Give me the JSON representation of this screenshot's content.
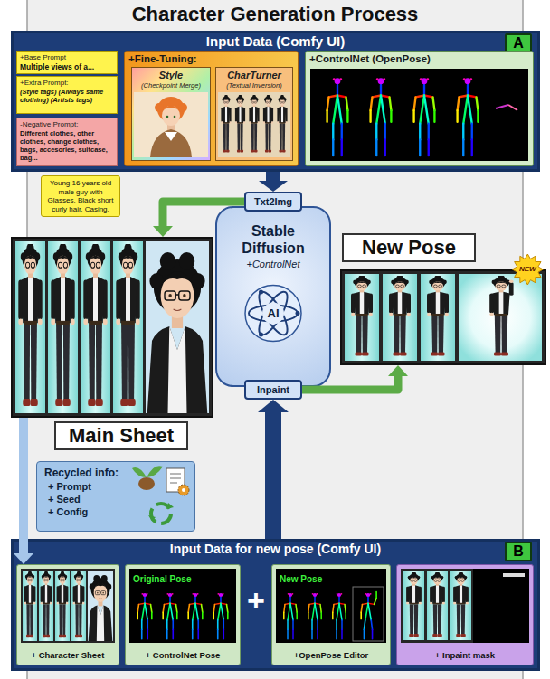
{
  "diagram": {
    "title": "Character Generation Process",
    "nodes": [
      {
        "text": [
          "Input Data (Comfy UI)"
        ]
      },
      {
        "text": [
          "A"
        ],
        "in": 0
      },
      {
        "text": [
          "+Base Prompt",
          "Multiple views of a..."
        ],
        "in": 0
      },
      {
        "text": [
          "+Extra Prompt:",
          "(Style tags) (Always same clothing) (Artists tags)"
        ],
        "in": 0
      },
      {
        "text": [
          "-Negative Prompt:",
          "Different clothes, other clothes, change clothes, bags, accesories, suitcase, bag..."
        ],
        "in": 0
      },
      {
        "text": [
          "+Fine-Tuning:"
        ],
        "in": 0
      },
      {
        "text": [
          "Style",
          "(Checkpoint Merge)"
        ],
        "in": 5
      },
      {
        "text": [
          "CharTurner",
          "(Textual Inversion)"
        ],
        "in": 5
      },
      {
        "text": [
          "+ControlNet (OpenPose)"
        ],
        "in": 0
      },
      {
        "text": [
          "Young 16 years old male guy with Glasses. Black short curly hair. Casing."
        ]
      },
      {
        "text": [
          "Stable Diffusion",
          "+ControlNet",
          "AI"
        ]
      },
      {
        "text": [
          "Txt2Img"
        ],
        "in": 10
      },
      {
        "text": [
          "Inpaint"
        ],
        "in": 10
      },
      {
        "text": [
          "Main Sheet"
        ]
      },
      {
        "text": [
          "New Pose",
          "NEW"
        ]
      },
      {
        "text": [
          "Recycled info:",
          "+ Prompt",
          "+ Seed",
          "+ Config"
        ]
      },
      {
        "text": [
          "Input Data for new pose (Comfy UI)"
        ]
      },
      {
        "text": [
          "B"
        ],
        "in": 16
      },
      {
        "text": [
          "+ Character Sheet"
        ],
        "in": 16
      },
      {
        "text": [
          "Original Pose",
          "+ ControlNet Pose"
        ],
        "in": 16
      },
      {
        "text": [
          "New Pose",
          "+OpenPose Editor"
        ],
        "in": 16
      },
      {
        "text": [
          "+ Inpaint mask"
        ],
        "in": 16
      }
    ],
    "edges": [
      {
        "from": 0,
        "to": 11,
        "arrow": "to"
      },
      {
        "from": 11,
        "to": 13,
        "arrow": "to"
      },
      {
        "from": 12,
        "to": 14,
        "arrow": "to"
      },
      {
        "from": 16,
        "to": 12,
        "arrow": "to"
      },
      {
        "from": 13,
        "to": 18,
        "arrow": "to"
      }
    ],
    "labels": [
      "+"
    ]
  }
}
